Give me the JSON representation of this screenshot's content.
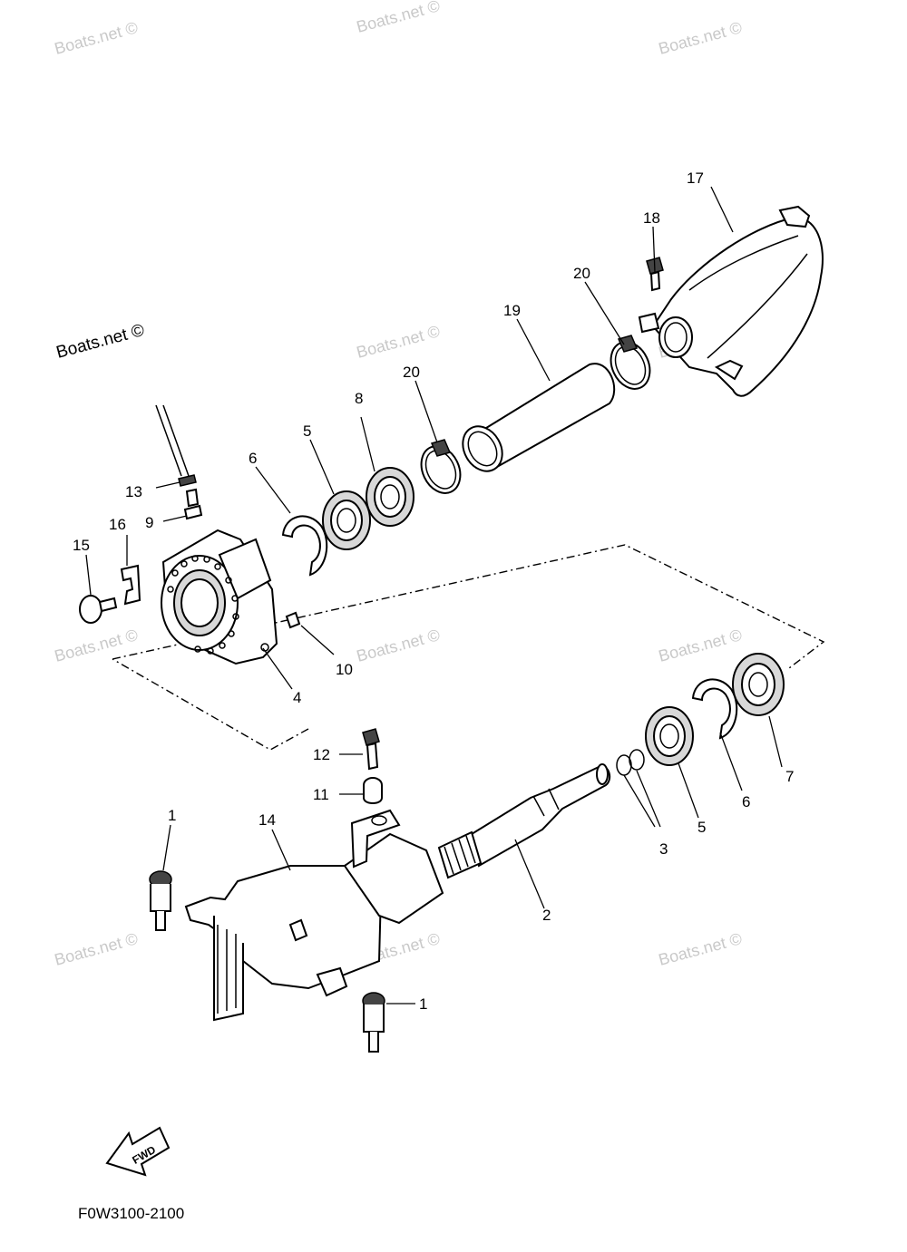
{
  "watermark": {
    "text": "Boats.net ©",
    "dark_text": "Boats.net ©"
  },
  "callouts": {
    "c1a": "1",
    "c1b": "1",
    "c2": "2",
    "c3": "3",
    "c4": "4",
    "c5a": "5",
    "c5b": "5",
    "c6a": "6",
    "c6b": "6",
    "c7": "7",
    "c8": "8",
    "c9": "9",
    "c10": "10",
    "c11": "11",
    "c12": "12",
    "c13": "13",
    "c14": "14",
    "c15": "15",
    "c16": "16",
    "c17": "17",
    "c18": "18",
    "c19": "19",
    "c20a": "20",
    "c20b": "20"
  },
  "direction_badge": {
    "label": "FWD"
  },
  "diagram_code": "F0W3100-2100"
}
